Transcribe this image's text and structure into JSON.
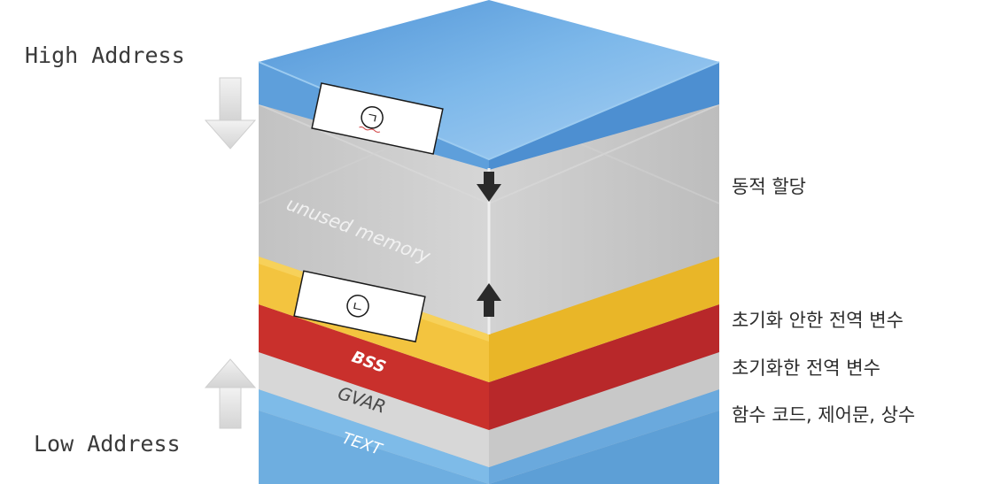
{
  "address": {
    "high": "High Address",
    "low": "Low Address"
  },
  "cube_labels": {
    "unused": "unused memory",
    "bss": "BSS",
    "gvar": "GVAR",
    "text": "TEXT"
  },
  "answer_boxes": {
    "top": "ㄱ",
    "middle": "ㄴ"
  },
  "descriptions": {
    "dynamic": "동적 할당",
    "uninit": "초기화 안한 전역 변수",
    "init": "초기화한 전역 변수",
    "code": "함수 코드, 제어문, 상수"
  },
  "colors": {
    "blue": "#6eaee0",
    "yellow": "#f2c23c",
    "red": "#c9302c",
    "gray": "#c9c9c9"
  }
}
